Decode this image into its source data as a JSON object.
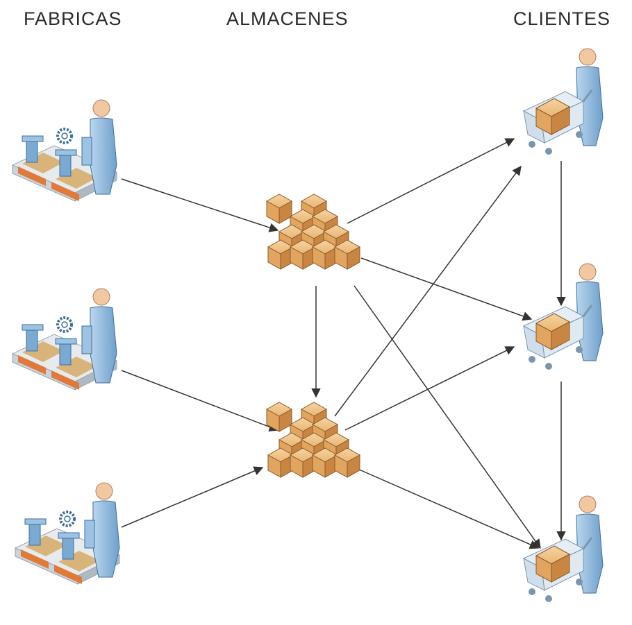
{
  "columns": {
    "factories": "FABRICAS",
    "warehouses": "ALMACENES",
    "clients": "CLIENTES"
  },
  "nodes": {
    "factories": [
      "factory-1",
      "factory-2",
      "factory-3"
    ],
    "warehouses": [
      "warehouse-1",
      "warehouse-2"
    ],
    "clients": [
      "client-1",
      "client-2",
      "client-3"
    ]
  },
  "edges": [
    [
      "factory-1",
      "warehouse-1"
    ],
    [
      "factory-2",
      "warehouse-2"
    ],
    [
      "factory-3",
      "warehouse-2"
    ],
    [
      "warehouse-1",
      "warehouse-2"
    ],
    [
      "warehouse-1",
      "client-1"
    ],
    [
      "warehouse-1",
      "client-2"
    ],
    [
      "warehouse-1",
      "client-3"
    ],
    [
      "warehouse-2",
      "client-1"
    ],
    [
      "warehouse-2",
      "client-2"
    ],
    [
      "warehouse-2",
      "client-3"
    ],
    [
      "client-1",
      "client-2"
    ],
    [
      "client-2",
      "client-3"
    ]
  ],
  "colors": {
    "person": "#8fb8dc",
    "machine": "#7aaad2",
    "conveyor": "#e07a3a",
    "box": "#e8b070",
    "arrow": "#333333"
  }
}
